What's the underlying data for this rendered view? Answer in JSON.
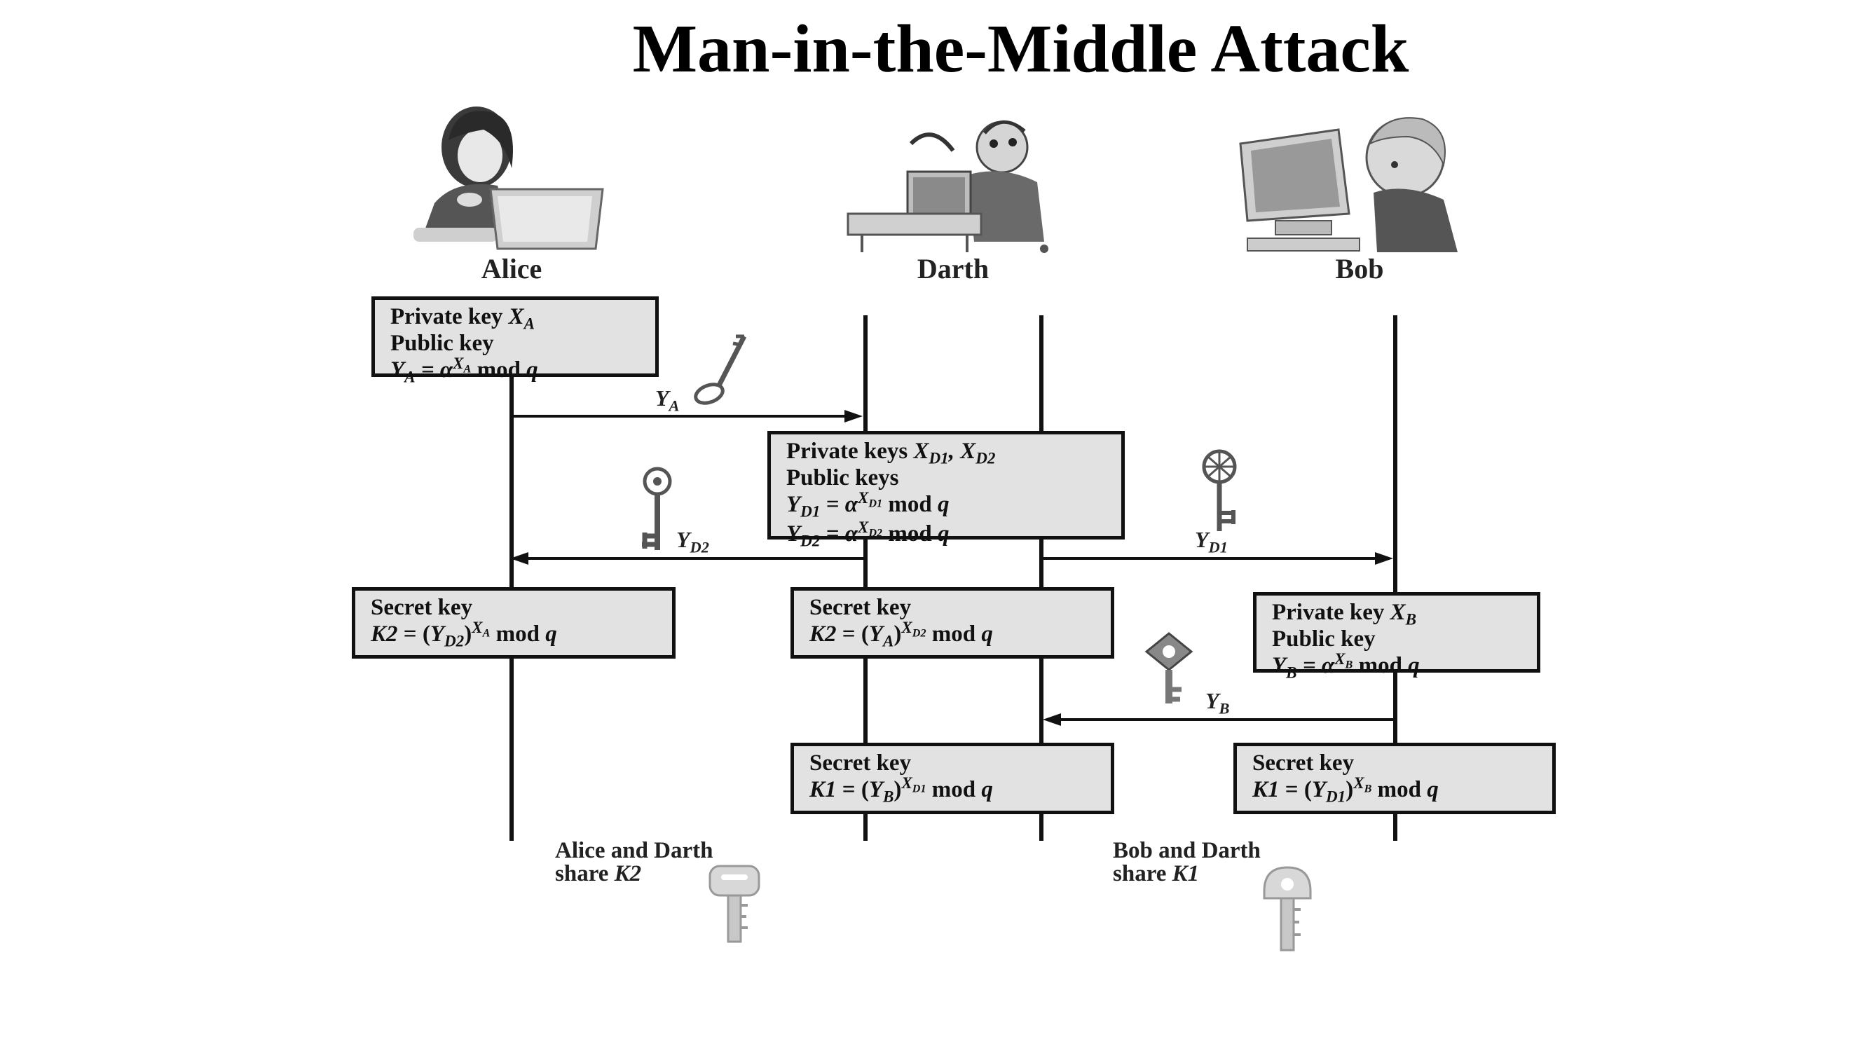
{
  "title": "Man-in-the-Middle Attack",
  "actors": {
    "alice": "Alice",
    "darth": "Darth",
    "bob": "Bob"
  },
  "boxes": {
    "alice_keys": {
      "line1": "Private key ",
      "line1_var": "X",
      "line1_sub": "A",
      "line2": "Public key",
      "line3_lhs": "Y",
      "line3_lhs_sub": "A",
      "line3_eq": " = α",
      "line3_sup": "X",
      "line3_sup_sub": "A",
      "line3_tail": " mod ",
      "line3_q": "q"
    },
    "darth_keys": {
      "line1": "Private keys ",
      "line1_vars": "X",
      "line1_sub1": "D1",
      "line1_sep": ", X",
      "line1_sub2": "D2",
      "line2": "Public keys",
      "line3_lhs": "Y",
      "line3_lhs_sub": "D1",
      "line3_eq": " = α",
      "line3_sup": "X",
      "line3_sup_sub": "D1",
      "line3_tail": " mod ",
      "line3_q": "q",
      "line4_lhs": "Y",
      "line4_lhs_sub": "D2",
      "line4_eq": " = α",
      "line4_sup": "X",
      "line4_sup_sub": "D2",
      "line4_tail": " mod ",
      "line4_q": "q"
    },
    "alice_secret": {
      "line1": "Secret key",
      "line2_k": "K2",
      "line2_eq": " = (",
      "line2_y": "Y",
      "line2_y_sub": "D2",
      "line2_close": ")",
      "line2_sup": "X",
      "line2_sup_sub": "A",
      "line2_tail": " mod ",
      "line2_q": "q"
    },
    "darth_secret_k2": {
      "line1": "Secret key",
      "line2_k": "K2",
      "line2_eq": " = (",
      "line2_y": "Y",
      "line2_y_sub": "A",
      "line2_close": ")",
      "line2_sup": "X",
      "line2_sup_sub": "D2",
      "line2_tail": " mod ",
      "line2_q": "q"
    },
    "bob_keys": {
      "line1": "Private key ",
      "line1_var": "X",
      "line1_sub": "B",
      "line2": "Public key",
      "line3_lhs": "Y",
      "line3_lhs_sub": "B",
      "line3_eq": " = α",
      "line3_sup": "X",
      "line3_sup_sub": "B",
      "line3_tail": " mod ",
      "line3_q": "q"
    },
    "darth_secret_k1": {
      "line1": "Secret key",
      "line2_k": "K1",
      "line2_eq": " = (",
      "line2_y": "Y",
      "line2_y_sub": "B",
      "line2_close": ")",
      "line2_sup": "X",
      "line2_sup_sub": "D1",
      "line2_tail": " mod ",
      "line2_q": "q"
    },
    "bob_secret": {
      "line1": "Secret key",
      "line2_k": "K1",
      "line2_eq": " = (",
      "line2_y": "Y",
      "line2_y_sub": "D1",
      "line2_close": ")",
      "line2_sup": "X",
      "line2_sup_sub": "B",
      "line2_tail": " mod ",
      "line2_q": "q"
    }
  },
  "messages": {
    "ya": {
      "var": "Y",
      "sub": "A"
    },
    "yd2": {
      "var": "Y",
      "sub": "D2"
    },
    "yd1": {
      "var": "Y",
      "sub": "D1"
    },
    "yb": {
      "var": "Y",
      "sub": "B"
    }
  },
  "shared": {
    "alice_darth_line1": "Alice and Darth",
    "alice_darth_line2": "share ",
    "alice_darth_key": "K2",
    "bob_darth_line1": "Bob and Darth",
    "bob_darth_line2": "share ",
    "bob_darth_key": "K1"
  },
  "icons": {
    "alice_figure": "person-with-laptop-icon",
    "darth_figure": "hacker-at-computer-icon",
    "bob_figure": "person-at-computer-icon",
    "key": "key-icon"
  },
  "colors": {
    "box_fill": "#e2e2e2",
    "line": "#111111",
    "text": "#111111"
  }
}
